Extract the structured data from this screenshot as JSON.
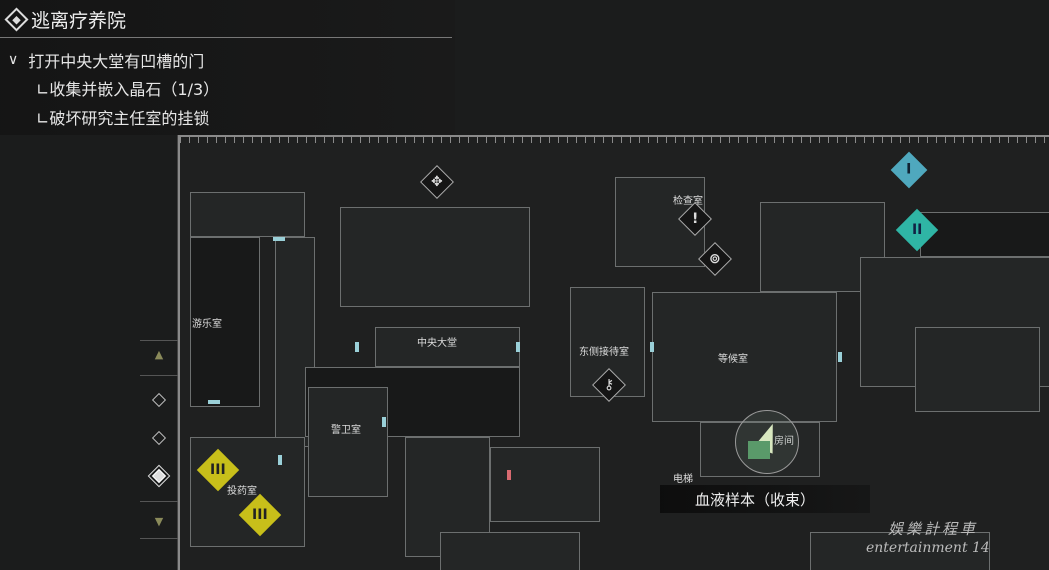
{
  "quest": {
    "title": "逃离疗养院",
    "objective": "打开中央大堂有凹槽的门",
    "subtasks": [
      "∟收集并嵌入晶石（1/3）",
      "∟破坏研究主任室的挂锁"
    ],
    "expand_icon": "chevron-down-icon"
  },
  "map": {
    "rooms": {
      "game_room": "游乐室",
      "central_hall": "中央大堂",
      "east_reception": "东侧接待室",
      "exam_room": "检查室",
      "waiting_room": "等候室",
      "guard_room": "警卫室",
      "pharmacy": "投药室",
      "room": "房间",
      "elevator": "电梯"
    },
    "tooltip": "血液样本（收束）",
    "floor_selector": {
      "selected_index": 2,
      "floors": 3
    }
  },
  "colors": {
    "yellow_marker": "#c8bf1a",
    "teal_marker": "#2fb5a5",
    "door": "#9ad0d8"
  },
  "watermark": {
    "line1": "娛樂計程車",
    "line2": "entertainment 14"
  }
}
